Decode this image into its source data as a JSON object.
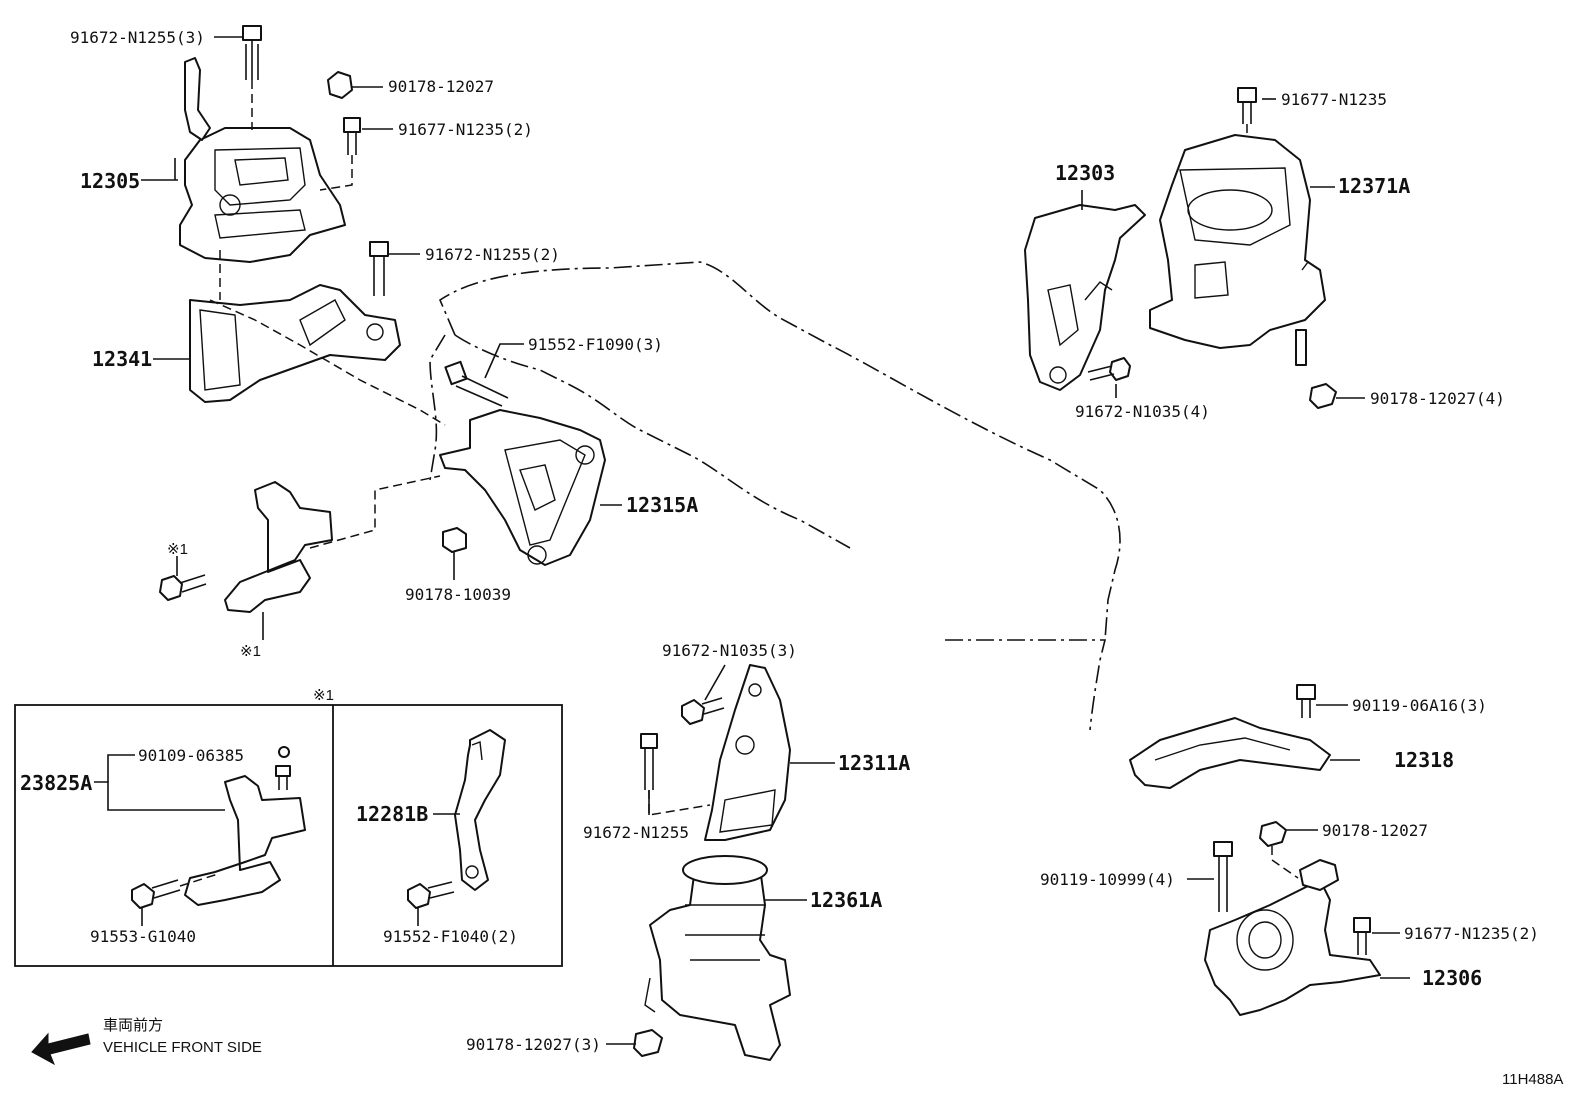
{
  "labels": {
    "p12305": "12305",
    "p12341": "12341",
    "p12315a": "12315A",
    "p12303": "12303",
    "p12371a": "12371A",
    "p12311a": "12311A",
    "p12361a": "12361A",
    "p12318": "12318",
    "p12306": "12306",
    "p23825a": "23825A",
    "p12281b": "12281B",
    "b_91672_n1255_3": "91672-N1255(3)",
    "b_90178_12027_a": "90178-12027",
    "b_91677_n1235_2_a": "91677-N1235(2)",
    "b_91672_n1255_2": "91672-N1255(2)",
    "b_91552_f1090_3": "91552-F1090(3)",
    "b_90178_10039": "90178-10039",
    "b_91677_n1235": "91677-N1235",
    "b_91672_n1035_4": "91672-N1035(4)",
    "b_90178_12027_4": "90178-12027(4)",
    "b_91672_n1035_3": "91672-N1035(3)",
    "b_91672_n1255": "91672-N1255",
    "b_90119_06a16_3": "90119-06A16(3)",
    "b_90178_12027_b": "90178-12027",
    "b_90119_10999_4": "90119-10999(4)",
    "b_91677_n1235_2_b": "91677-N1235(2)",
    "b_90178_12027_3": "90178-12027(3)",
    "b_90109_06385": "90109-06385",
    "b_91553_g1040": "91553-G1040",
    "b_91552_f1040_2": "91552-F1040(2)",
    "note1_a": "※1",
    "note1_b": "※1",
    "note1_box": "※1",
    "front_jp": "車両前方",
    "front_en": "VEHICLE FRONT SIDE",
    "diagram_code": "11H488A"
  }
}
